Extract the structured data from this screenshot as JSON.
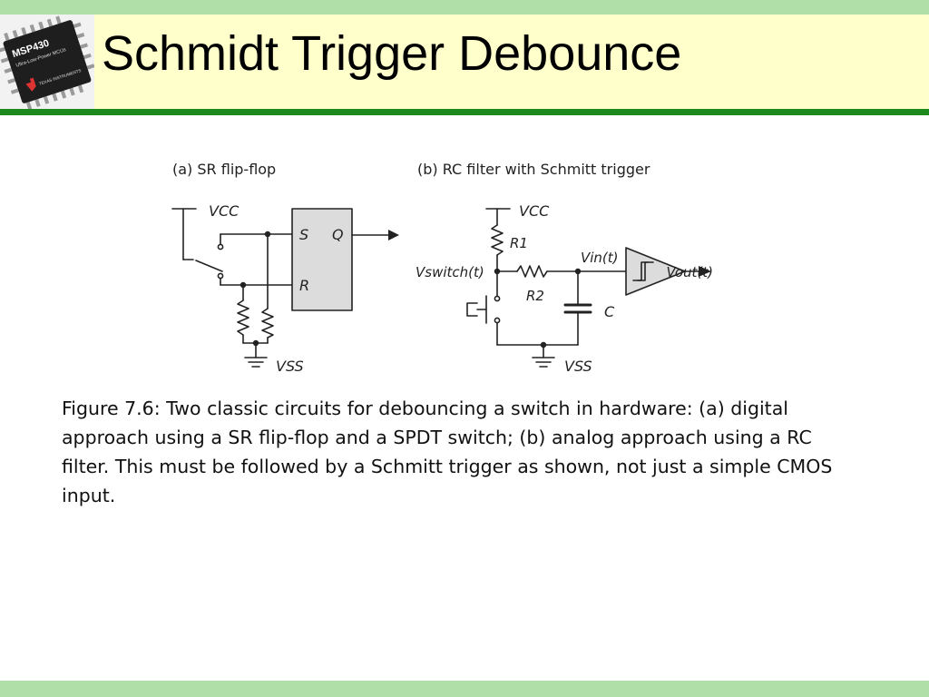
{
  "slide": {
    "title": "Schmidt Trigger Debounce",
    "logo": {
      "icon": "msp430-chip-icon",
      "line1": "MSP430",
      "line2": "Ultra-Low-Power MCUs",
      "brand": "TEXAS INSTRUMENTS"
    }
  },
  "figure": {
    "panel_a": {
      "title": "(a) SR flip-flop",
      "vcc": "VCC",
      "vss": "VSS",
      "pin_s": "S",
      "pin_q": "Q",
      "pin_r": "R"
    },
    "panel_b": {
      "title": "(b) RC filter with Schmitt trigger",
      "vcc": "VCC",
      "vss": "VSS",
      "r1": "R1",
      "r2": "R2",
      "c": "C",
      "vin": "Vin(t)",
      "vswitch": "Vswitch(t)",
      "vout": "Vout(t)"
    }
  },
  "caption": {
    "lines": [
      "Figure 7.6:  Two classic circuits for debouncing a switch in hardware: (a) digital",
      "approach using a SR flip-flop and a SPDT switch; (b) analog approach using a RC",
      "filter. This must be followed by a Schmitt trigger as shown, not just a simple CMOS",
      "input."
    ]
  },
  "colors": {
    "title_bg": "#ffffcc",
    "band": "#b0dfa8",
    "rule": "#1d8a1d",
    "component_fill": "#dcdcdc"
  }
}
